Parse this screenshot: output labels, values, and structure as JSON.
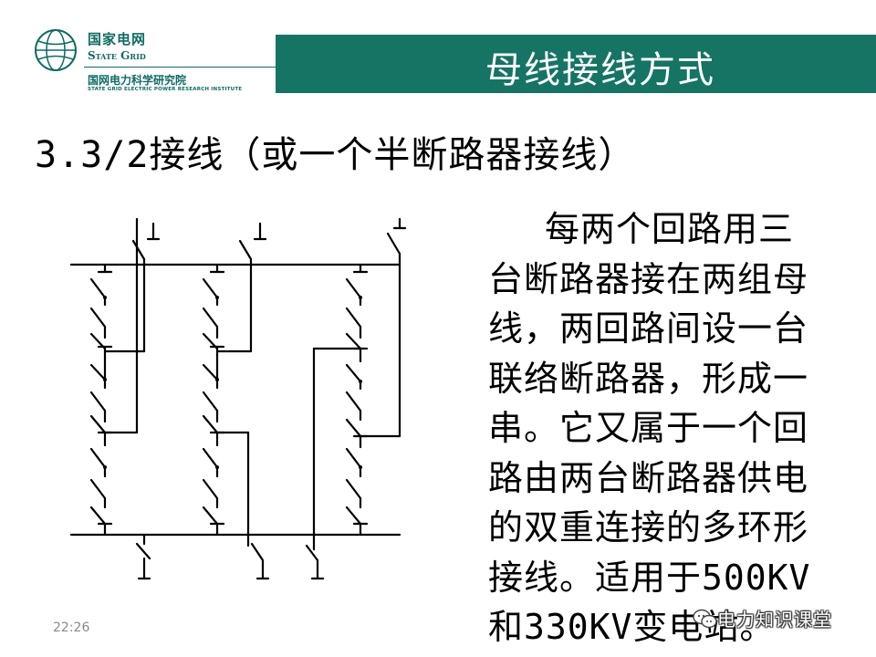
{
  "logo": {
    "company_cn": "国家电网",
    "company_en": "State Grid",
    "institute_cn": "国网电力科学研究院",
    "institute_en": "STATE GRID ELECTRIC POWER RESEARCH INSTITUTE"
  },
  "title": "母线接线方式",
  "subheading": "3.3/2接线（或一个半断路器接线）",
  "body_lines": [
    "每两个回路用三",
    "台断路器接在两组母",
    "线，两回路间设一台",
    "联络断路器，形成一",
    "串。它又属于一个回",
    "路由两台断路器供电",
    "的双重连接的多环形",
    "接线。适用于500KV",
    "和330KV变电站。"
  ],
  "timestamp": "22:26",
  "watermark": "电力知识课堂",
  "colors": {
    "title_bar": "#157464",
    "brand_green": "#0e6b62"
  }
}
